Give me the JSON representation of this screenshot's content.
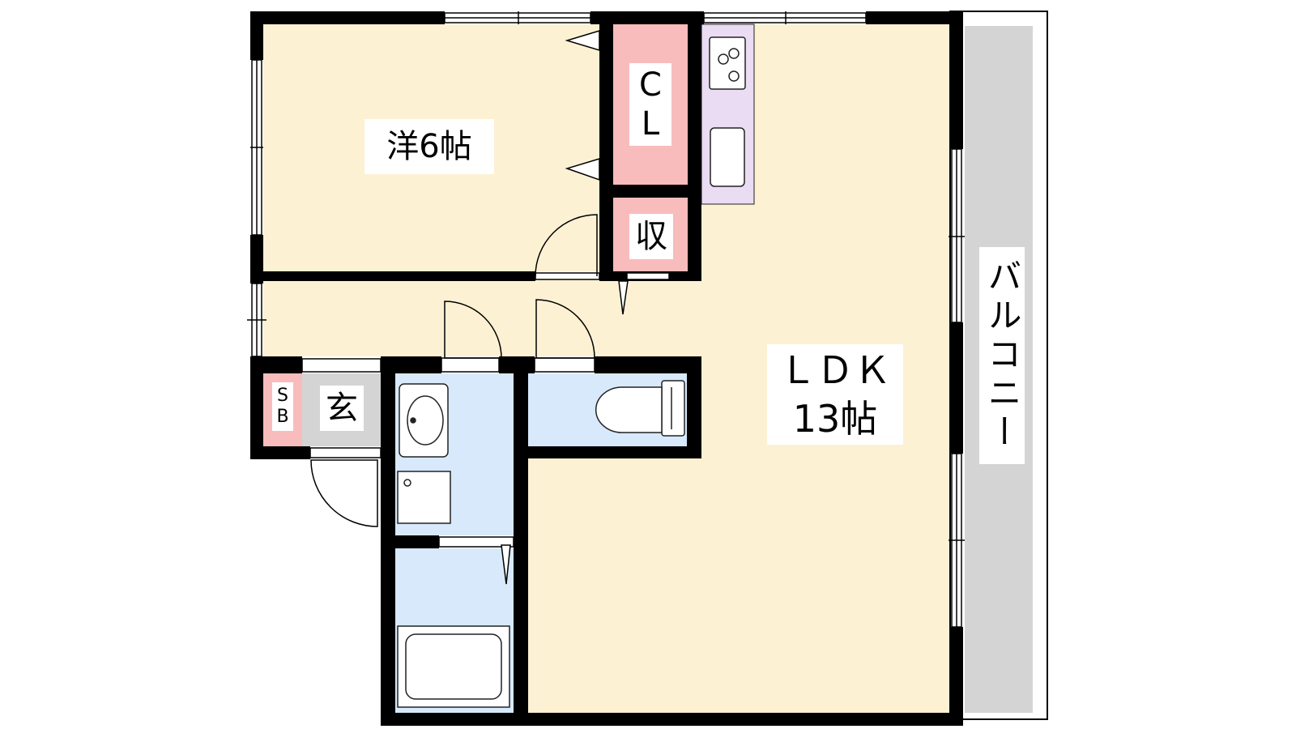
{
  "rooms": {
    "western": {
      "label": "洋6帖"
    },
    "closet": {
      "label_line1": "C",
      "label_line2": "L"
    },
    "storage": {
      "label": "収"
    },
    "shoe_box": {
      "label_line1": "S",
      "label_line2": "B"
    },
    "entrance": {
      "label": "玄"
    },
    "ldk": {
      "label_line1": "ＬＤＫ",
      "label_line2": "13帖"
    },
    "balcony": {
      "label": "バルコニー"
    }
  },
  "colors": {
    "living": "#fdf1d3",
    "closet": "#f8bcbc",
    "kitchen": "#e9dcf3",
    "wet_area": "#d7e9fb",
    "entrance": "#d4d4d4",
    "balcony": "#d4d4d4",
    "wall": "#000000"
  }
}
